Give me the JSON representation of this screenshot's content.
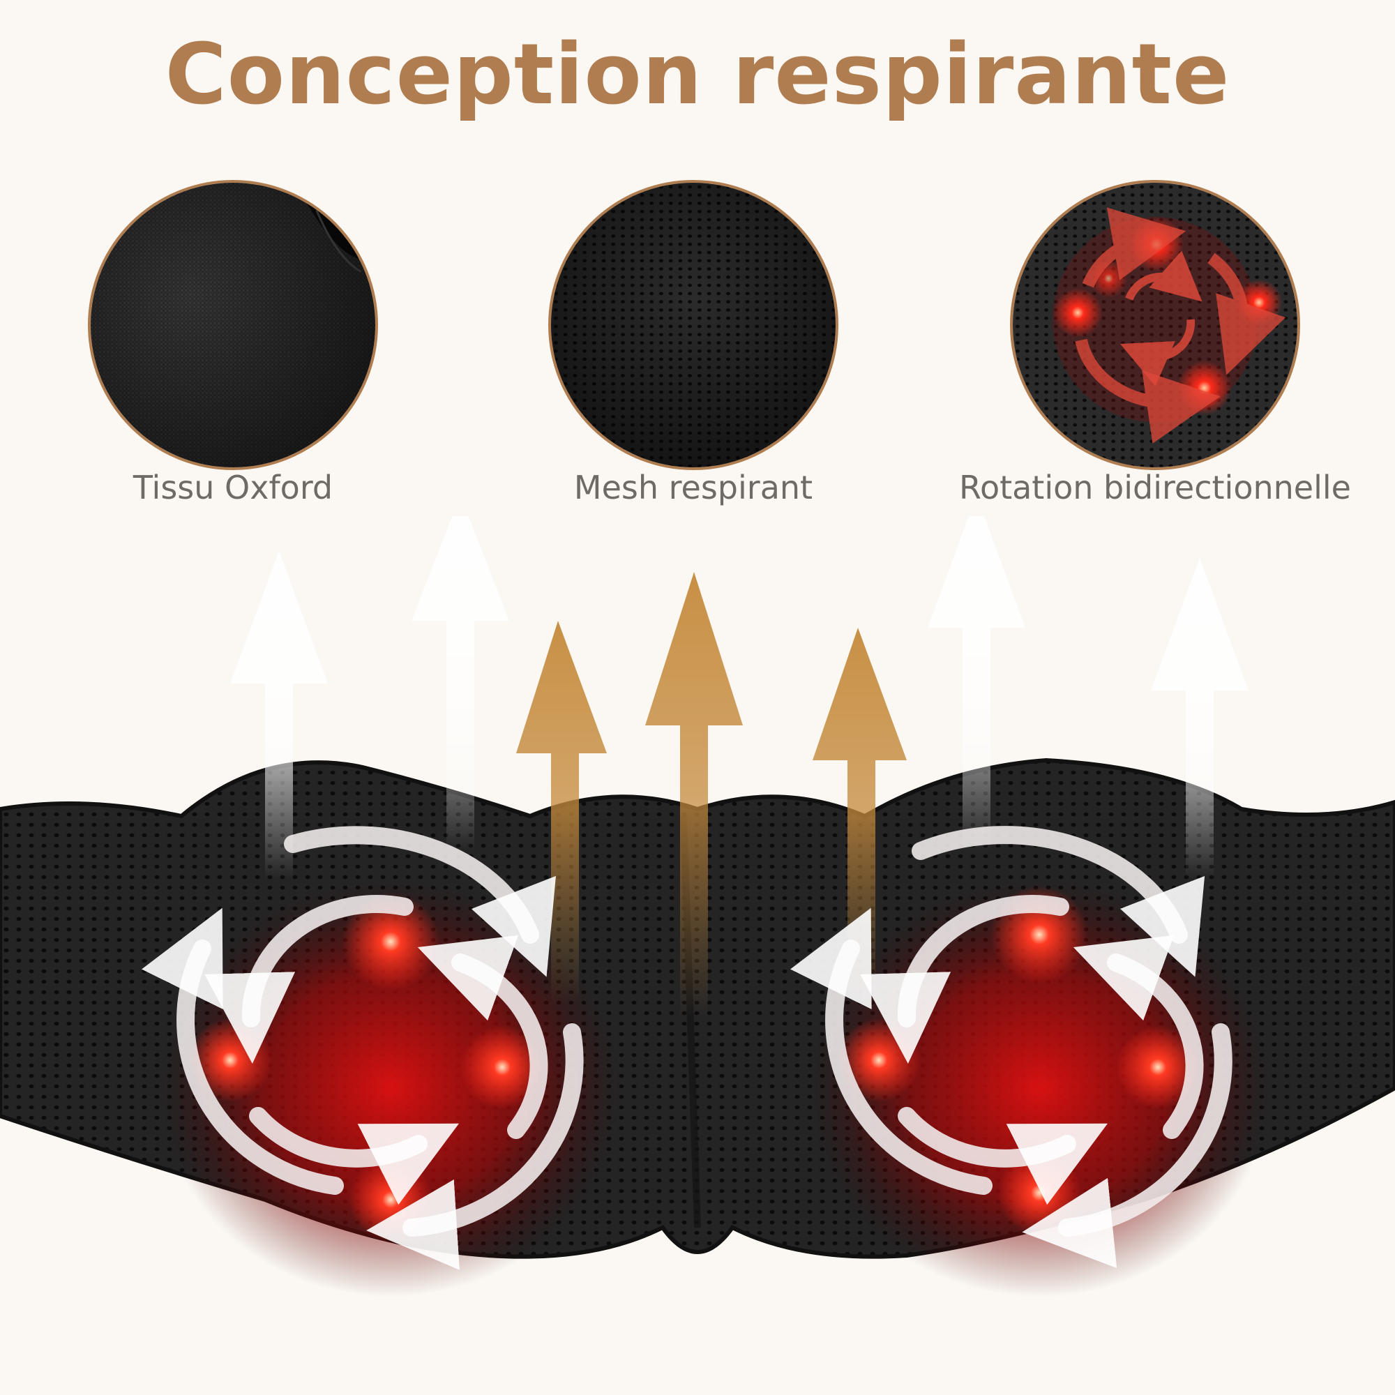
{
  "title": "Conception respirante",
  "features": [
    {
      "label": "Tissu Oxford",
      "icon": "oxford-fabric-icon"
    },
    {
      "label": "Mesh respirant",
      "icon": "mesh-fabric-icon"
    },
    {
      "label": "Rotation bidirectionnelle",
      "icon": "rotation-icon"
    }
  ],
  "colors": {
    "title": "#b07d50",
    "label": "#6f6a64",
    "accent": "#b07d50",
    "heat": "#ff2a1a",
    "fabric": "#1f1f20",
    "background": "#fbf8f3"
  }
}
